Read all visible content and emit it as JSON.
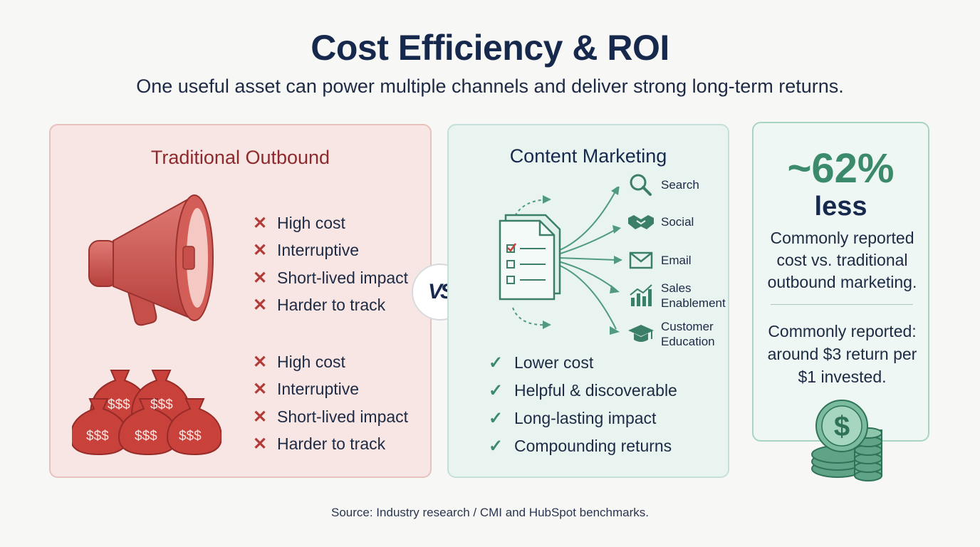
{
  "header": {
    "title": "Cost Efficiency & ROI",
    "subtitle": "One useful asset can power multiple channels and deliver strong long-term returns."
  },
  "outbound": {
    "title": "Traditional Outbound",
    "icon_top": "megaphone-icon",
    "icon_bottom": "money-bags-icon",
    "money_bag_text": "$$$",
    "list_top": [
      "High cost",
      "Interruptive",
      "Short-lived impact",
      "Harder to track"
    ],
    "list_bottom": [
      "High cost",
      "Interruptive",
      "Short-lived impact",
      "Harder to track"
    ],
    "mark_icon": "x-mark-icon",
    "color": "#b23b38"
  },
  "vs": {
    "label": "VS"
  },
  "content": {
    "title": "Content Marketing",
    "asset_icon": "document-checklist-icon",
    "channels": [
      {
        "label_1": "Search",
        "label_2": "",
        "icon": "magnifier-icon"
      },
      {
        "label_1": "Social",
        "label_2": "",
        "icon": "handshake-icon"
      },
      {
        "label_1": "Email",
        "label_2": "",
        "icon": "envelope-icon"
      },
      {
        "label_1": "Sales",
        "label_2": "Enablement",
        "icon": "bar-chart-icon"
      },
      {
        "label_1": "Customer",
        "label_2": "Education",
        "icon": "graduation-cap-icon"
      }
    ],
    "benefits": [
      "Lower cost",
      "Helpful & discoverable",
      "Long-lasting impact",
      "Compounding returns"
    ],
    "mark_icon": "check-icon",
    "color": "#3b8a6c"
  },
  "stat": {
    "big": "~62%",
    "less": "less",
    "description": "Commonly reported cost vs. traditional outbound marketing.",
    "return": "Commonly reported: around $3 return per $1 invested.",
    "coin_icon": "coin-stack-icon",
    "coin_symbol": "$"
  },
  "footer": {
    "source": "Source: Industry research / CMI and HubSpot benchmarks."
  }
}
